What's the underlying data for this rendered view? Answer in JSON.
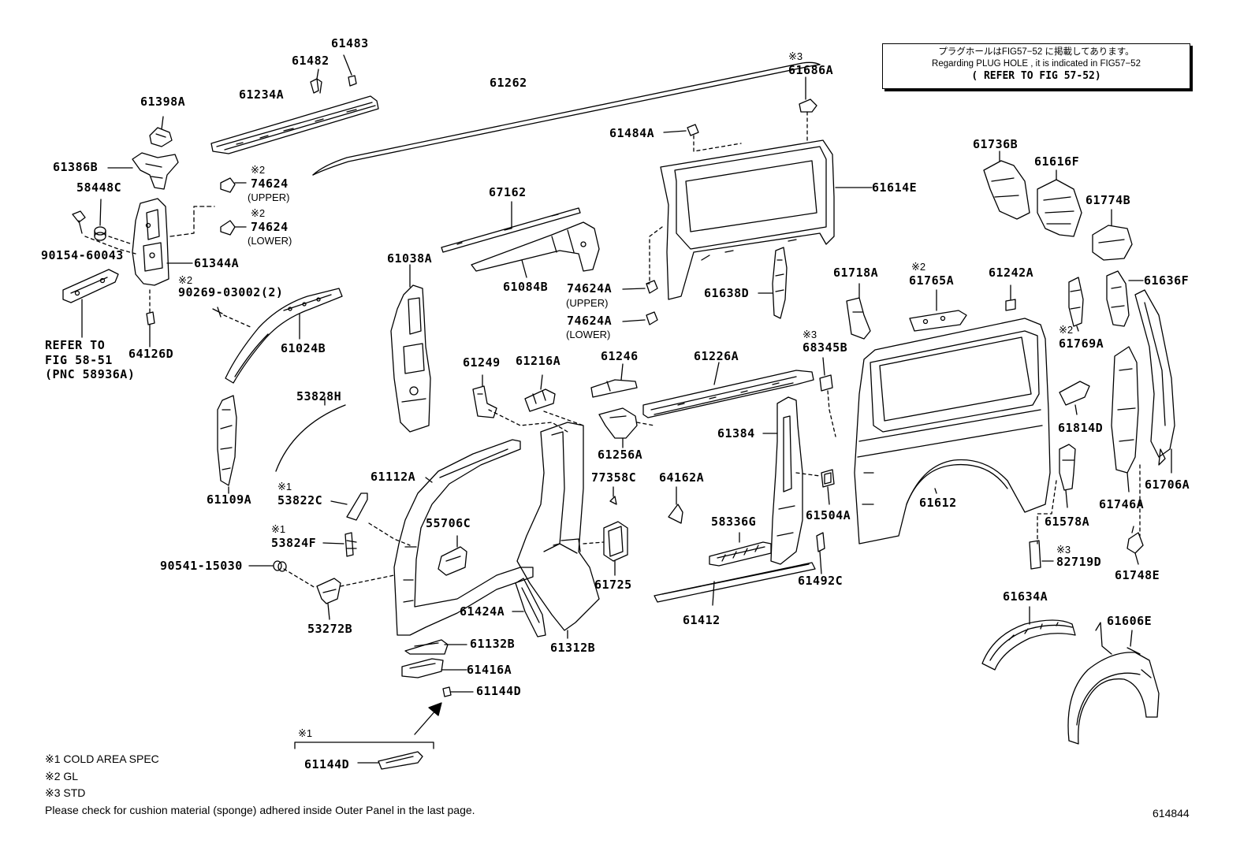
{
  "labels": {
    "p61483": "61483",
    "p61482": "61482",
    "p61234A": "61234A",
    "p61262": "61262",
    "p61398A": "61398A",
    "p61386B": "61386B",
    "p58448C": "58448C",
    "p74624_upper": "74624",
    "p74624_lower": "74624",
    "p90154": "90154-60043",
    "p61344A": "61344A",
    "p90269": "90269-03002(2)",
    "p61024B": "61024B",
    "p64126D": "64126D",
    "p61686A": "61686A",
    "p61484A": "61484A",
    "p61614E": "61614E",
    "p67162": "67162",
    "p61038A": "61038A",
    "p61084B": "61084B",
    "p74624A_upper": "74624A",
    "p74624A_lower": "74624A",
    "p61638D": "61638D",
    "p61736B": "61736B",
    "p61616F": "61616F",
    "p61774B": "61774B",
    "p61718A": "61718A",
    "p61765A": "61765A",
    "p61242A": "61242A",
    "p61636F": "61636F",
    "p61769A": "61769A",
    "p68345B": "68345B",
    "p61249": "61249",
    "p61216A": "61216A",
    "p61246": "61246",
    "p61226A": "61226A",
    "p53828H": "53828H",
    "p61109A": "61109A",
    "p53822C": "53822C",
    "p61112A": "61112A",
    "p61256A": "61256A",
    "p61384": "61384",
    "p61814D": "61814D",
    "p61706A": "61706A",
    "p77358C": "77358C",
    "p64162A": "64162A",
    "p61612": "61612",
    "p55706C": "55706C",
    "p53824F": "53824F",
    "p58336G": "58336G",
    "p61504A": "61504A",
    "p61578A": "61578A",
    "p61746A": "61746A",
    "p90541": "90541-15030",
    "p61725": "61725",
    "p82719D": "82719D",
    "p61748E": "61748E",
    "p53272B": "53272B",
    "p61424A": "61424A",
    "p61412": "61412",
    "p61492C": "61492C",
    "p61634A": "61634A",
    "p61606E": "61606E",
    "p61132B": "61132B",
    "p61312B": "61312B",
    "p61416A": "61416A",
    "p61144D_a": "61144D",
    "p61144D_b": "61144D"
  },
  "qualifiers": {
    "upper": "(UPPER)",
    "lower": "(LOWER)",
    "upperA": "(UPPER)",
    "lowerA": "(LOWER)",
    "refer": [
      "REFER TO",
      "FIG 58-51",
      "(PNC 58936A)"
    ]
  },
  "marks": {
    "m3": "※3",
    "m2": "※2",
    "m1": "※1"
  },
  "reference_box": {
    "line_jp": "プラグホールはFIG57−52 に掲載してあります。",
    "line_en": "Regarding PLUG HOLE , it is indicated in FIG57−52",
    "line_ref": "( REFER TO FIG 57-52)"
  },
  "legend": {
    "note1": "※1 COLD AREA SPEC",
    "note2": "※2 GL",
    "note3": "※3 STD",
    "disclaimer": "Please check for cushion material (sponge) adhered inside Outer Panel in the last page."
  },
  "figure_number": "614844"
}
